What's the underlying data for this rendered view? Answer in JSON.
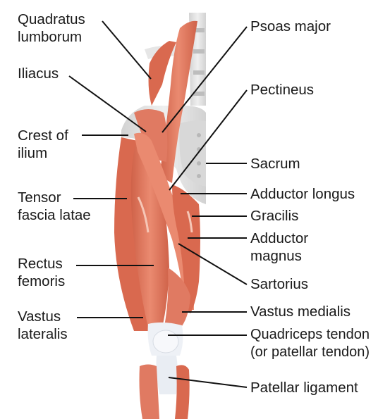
{
  "labels": {
    "quadratus_lumborum": [
      "Quadratus",
      "lumborum"
    ],
    "iliacus": [
      "Iliacus"
    ],
    "crest_of_ilium": [
      "Crest of",
      "ilium"
    ],
    "tensor_fascia_latae": [
      "Tensor",
      "fascia latae"
    ],
    "rectus_femoris": [
      "Rectus",
      "femoris"
    ],
    "vastus_lateralis": [
      "Vastus",
      "lateralis"
    ],
    "psoas_major": [
      "Psoas major"
    ],
    "pectineus": [
      "Pectineus"
    ],
    "sacrum": [
      "Sacrum"
    ],
    "adductor_longus": [
      "Adductor longus"
    ],
    "gracilis": [
      "Gracilis"
    ],
    "adductor_magnus": [
      "Adductor",
      "magnus"
    ],
    "sartorius": [
      "Sartorius"
    ],
    "vastus_medialis": [
      "Vastus medialis"
    ],
    "quadriceps_tendon": [
      "Quadriceps tendon",
      "(or patellar tendon)"
    ],
    "patellar_ligament": [
      "Patellar ligament"
    ]
  },
  "colors": {
    "muscle": "#e07a62",
    "muscle_dark": "#c4573f",
    "muscle_light": "#f0a88f",
    "tendon": "#eef1f6",
    "bone": "#e3e3e3",
    "bone_shadow": "#c9c9c9",
    "leader_line": "#111111"
  }
}
